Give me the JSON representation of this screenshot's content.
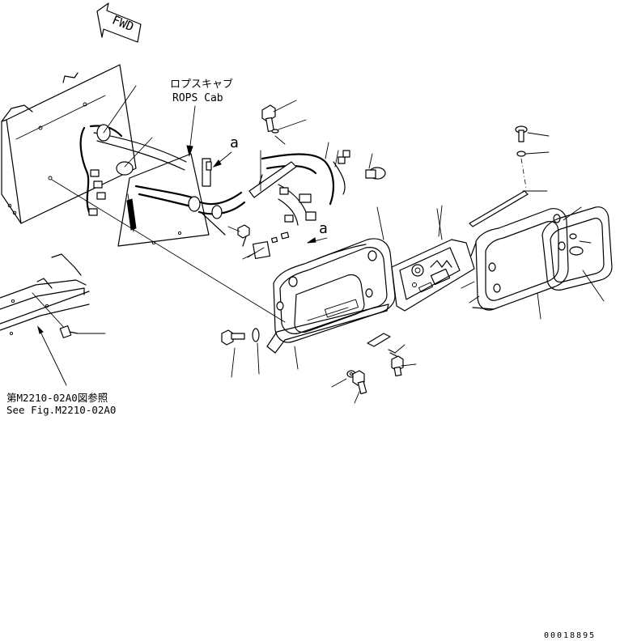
{
  "diagram": {
    "fwd_label": "FWD",
    "rops_label_jp": "ロプスキャブ",
    "rops_label_en": "ROPS Cab",
    "ref_label_jp": "第M2210-02A0図参照",
    "ref_label_en": "See Fig.M2210-02A0",
    "connector_a_1": "a",
    "connector_a_2": "a",
    "drawing_number": "00018895"
  }
}
